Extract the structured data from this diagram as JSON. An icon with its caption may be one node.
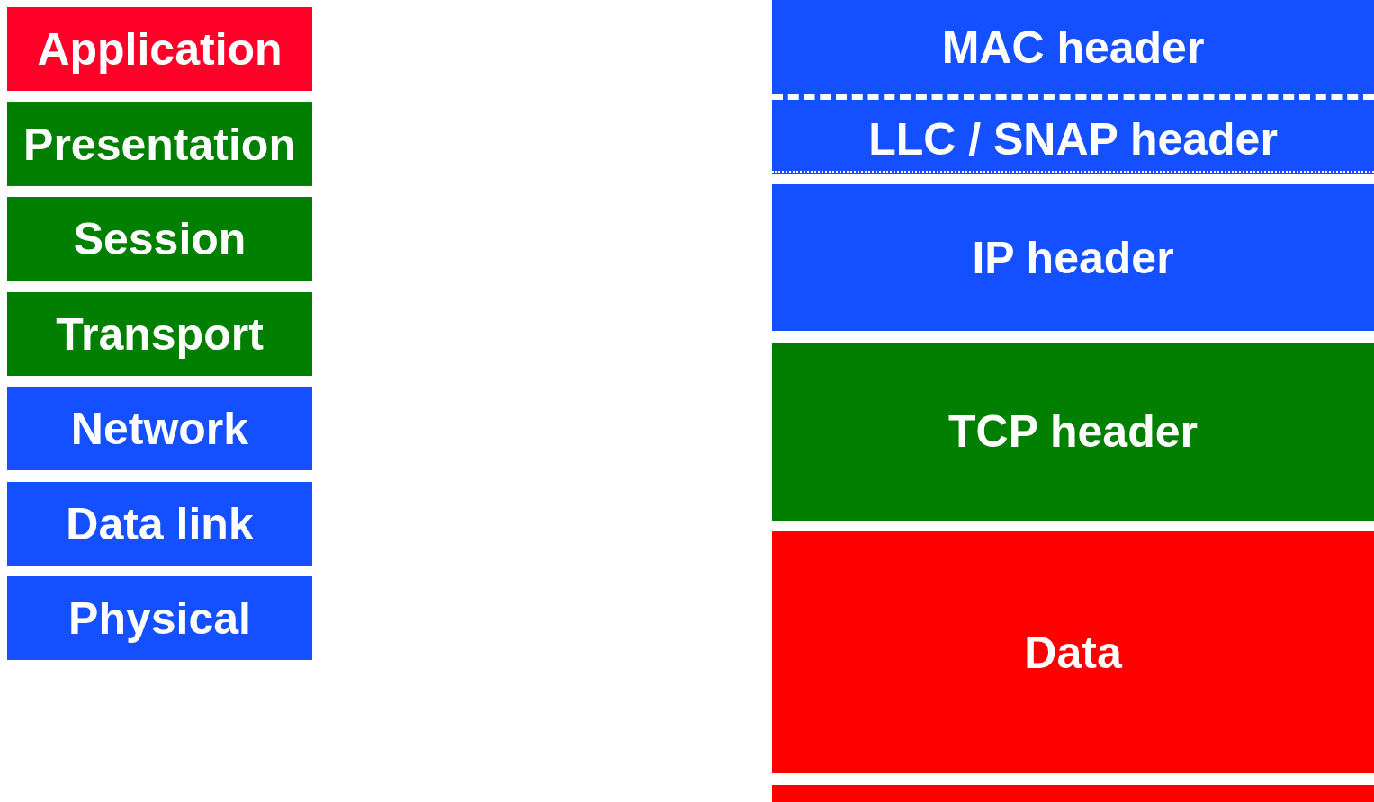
{
  "diagram": {
    "nodes": [
      {
        "text": [
          "Application"
        ]
      },
      {
        "text": [
          "Presentation"
        ]
      },
      {
        "text": [
          "Session"
        ]
      },
      {
        "text": [
          "Transport"
        ]
      },
      {
        "text": [
          "Network"
        ]
      },
      {
        "text": [
          "Data link"
        ]
      },
      {
        "text": [
          "Physical"
        ]
      },
      {
        "text": [
          "MAC header"
        ]
      },
      {
        "text": [
          "LLC / SNAP header"
        ]
      },
      {
        "text": [
          "IP header"
        ]
      },
      {
        "text": [
          "TCP header"
        ]
      },
      {
        "text": [
          "Data"
        ]
      },
      {
        "text": [],
        "shape": "bar"
      }
    ]
  }
}
